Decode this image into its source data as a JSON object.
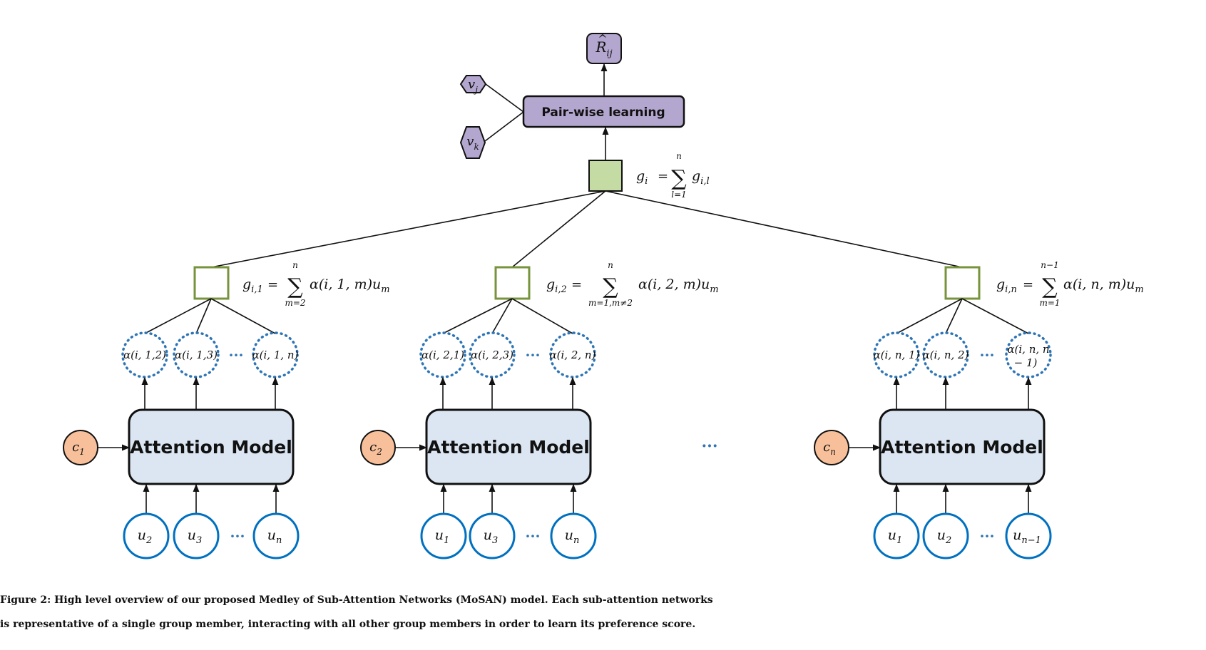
{
  "top": {
    "output_base": "R",
    "output_hat": "^",
    "output_sub": "ij",
    "pairwise_label": "Pair-wise learning",
    "vj_base": "v",
    "vj_sub": "j",
    "vk_base": "v",
    "vk_sub": "k",
    "gi_lhs_base": "g",
    "gi_lhs_sub": "i",
    "gi_eq": "=",
    "gi_sum": "∑",
    "gi_sum_top": "n",
    "gi_sum_bottom": "l=1",
    "gi_rhs_base": "g",
    "gi_rhs_sub": "i,l"
  },
  "groups": [
    {
      "att_label": "Attention Model",
      "c_base": "c",
      "c_sub": "1",
      "g_lhs_base": "g",
      "g_lhs_sub": "i,1",
      "g_eq": "=",
      "g_sum": "∑",
      "g_sum_top": "n",
      "g_sum_bottom": "m=2",
      "g_rhs": "α(i, 1, m)u",
      "g_rhs_sub": "m",
      "alphas": [
        "α(i, 1,2)",
        "α(i, 1,3)",
        "α(i, 1, n)"
      ],
      "alpha_ellipsis": "···",
      "inputs": [
        {
          "base": "u",
          "sub": "2"
        },
        {
          "base": "u",
          "sub": "3"
        },
        {
          "base": "u",
          "sub": "n"
        }
      ],
      "input_ellipsis": "···"
    },
    {
      "att_label": "Attention Model",
      "c_base": "c",
      "c_sub": "2",
      "g_lhs_base": "g",
      "g_lhs_sub": "i,2",
      "g_eq": "=",
      "g_sum": "∑",
      "g_sum_top": "n",
      "g_sum_bottom": "m=1,m≠2",
      "g_rhs": "α(i, 2, m)u",
      "g_rhs_sub": "m",
      "alphas": [
        "α(i, 2,1)",
        "α(i, 2,3)",
        "α(i, 2, n)"
      ],
      "alpha_ellipsis": "···",
      "inputs": [
        {
          "base": "u",
          "sub": "1"
        },
        {
          "base": "u",
          "sub": "3"
        },
        {
          "base": "u",
          "sub": "n"
        }
      ],
      "input_ellipsis": "···"
    },
    {
      "att_label": "Attention Model",
      "c_base": "c",
      "c_sub": "n",
      "g_lhs_base": "g",
      "g_lhs_sub": "i,n",
      "g_eq": "=",
      "g_sum": "∑",
      "g_sum_top": "n−1",
      "g_sum_bottom": "m=1",
      "g_rhs": "α(i, n, m)u",
      "g_rhs_sub": "m",
      "alphas": [
        "α(i, n, 1)",
        "α(i, n, 2)",
        "α(i, n, n − 1)"
      ],
      "alphas_wrapped_last": [
        "α(i, n, n",
        "− 1)"
      ],
      "alpha_ellipsis": "···",
      "inputs": [
        {
          "base": "u",
          "sub": "1"
        },
        {
          "base": "u",
          "sub": "2"
        },
        {
          "base": "u",
          "sub": "n−1"
        }
      ],
      "input_ellipsis": "···"
    }
  ],
  "middle_ellipsis": "···",
  "caption": {
    "line1": "Figure 2: High level overview of our proposed Medley of Sub-Attention Networks (MoSAN) model. Each sub-attention networks",
    "line2": "is representative of a single group member, interacting with all other group members in order to learn its preference score."
  },
  "colors": {
    "purple_fill": "#b4a7cf",
    "green_fill": "#c5dba4",
    "green_stroke": "#77933c",
    "blue_stroke": "#0070c0",
    "dotted_blue": "#2e75b6",
    "attention_fill": "#dce6f2",
    "context_fill": "#f8c09a"
  }
}
